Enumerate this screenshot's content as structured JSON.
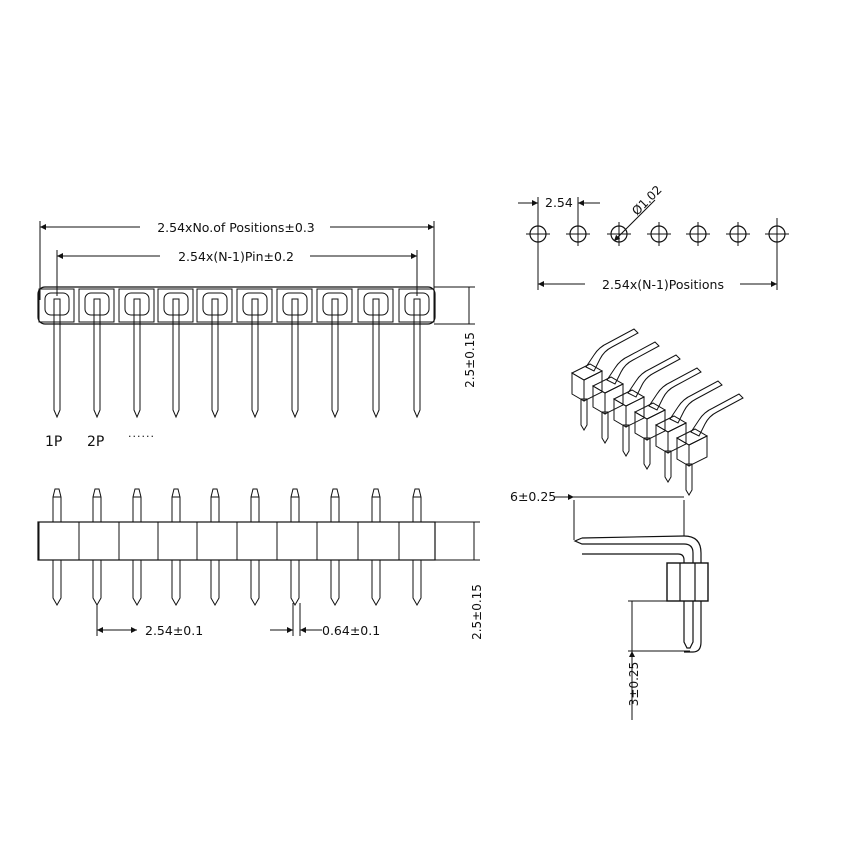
{
  "labels": {
    "overall_length": "2.54xNo.of  Positions±0.3",
    "pin_span": "2.54x(N-1)Pin±0.2",
    "first_pin": "1P",
    "second_pin": "2P",
    "ellipsis": "······",
    "front_height": "2.5±0.15",
    "side_height": "2.5±0.15",
    "pitch": "2.54±0.1",
    "pin_width": "0.64±0.1",
    "hole_pitch": "2.54",
    "hole_diameter": "Ø1.02",
    "hole_span": "2.54x(N-1)Positions",
    "bend_length": "6±0.25",
    "tail_length": "3±0.25"
  }
}
